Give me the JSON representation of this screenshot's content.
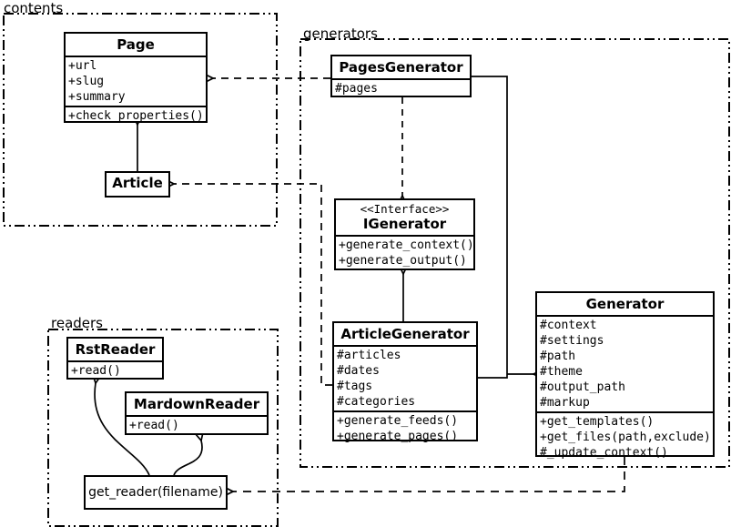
{
  "colors": {
    "line": "#000000",
    "background": "#ffffff"
  },
  "packages": {
    "contents": {
      "label": "contents"
    },
    "generators": {
      "label": "generators"
    },
    "readers": {
      "label": "readers"
    }
  },
  "classes": {
    "page": {
      "name": "Page",
      "attributes": [
        "+url",
        "+slug",
        "+summary"
      ],
      "methods": [
        "+check_properties()"
      ]
    },
    "article": {
      "name": "Article"
    },
    "pages_generator": {
      "name": "PagesGenerator",
      "attributes": [
        "#pages"
      ]
    },
    "igenerator": {
      "stereotype": "<<Interface>>",
      "name": "IGenerator",
      "methods": [
        "+generate_context()",
        "+generate_output()"
      ]
    },
    "article_generator": {
      "name": "ArticleGenerator",
      "attributes": [
        "#articles",
        "#dates",
        "#tags",
        "#categories"
      ],
      "methods": [
        "+generate_feeds()",
        "+generate_pages()"
      ]
    },
    "generator": {
      "name": "Generator",
      "attributes": [
        "#context",
        "#settings",
        "#path",
        "#theme",
        "#output_path",
        "#markup"
      ],
      "methods": [
        "+get_templates()",
        "+get_files(path,exclude)",
        "#_update_context()"
      ]
    },
    "rst_reader": {
      "name": "RstReader",
      "methods": [
        "+read()"
      ]
    },
    "mardown_reader": {
      "name": "MardownReader",
      "methods": [
        "+read()"
      ]
    },
    "get_reader": {
      "label": "get_reader(filename)"
    }
  },
  "relationships": [
    {
      "type": "dependency",
      "from": "PagesGenerator",
      "to": "Page",
      "style": "dashed-open-arrow"
    },
    {
      "type": "dependency",
      "from": "ArticleGenerator",
      "to": "Article",
      "style": "dashed-open-arrow"
    },
    {
      "type": "realization",
      "from": "PagesGenerator",
      "to": "IGenerator",
      "style": "dashed-hollow-triangle"
    },
    {
      "type": "generalization",
      "from": "ArticleGenerator",
      "to": "IGenerator",
      "style": "solid-hollow-triangle"
    },
    {
      "type": "generalization",
      "from": "PagesGenerator",
      "to": "Generator",
      "style": "solid-hollow-triangle"
    },
    {
      "type": "generalization",
      "from": "ArticleGenerator",
      "to": "Generator",
      "style": "solid-hollow-triangle"
    },
    {
      "type": "generalization",
      "from": "Article",
      "to": "Page",
      "style": "solid-hollow-triangle"
    },
    {
      "type": "dependency",
      "from": "Generator",
      "to": "get_reader(filename)",
      "style": "dashed-open-arrow"
    },
    {
      "type": "call",
      "from": "get_reader(filename)",
      "to": "RstReader",
      "style": "curved-open-arrow"
    },
    {
      "type": "call",
      "from": "get_reader(filename)",
      "to": "MardownReader",
      "style": "curved-open-arrow"
    }
  ]
}
